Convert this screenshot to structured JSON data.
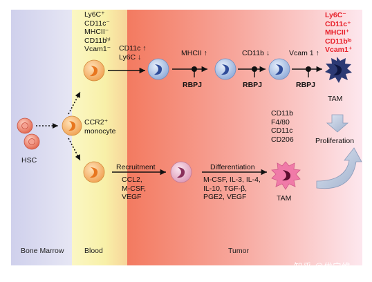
{
  "regions": {
    "bone_marrow": "Bone Marrow",
    "blood": "Blood",
    "tumor": "Tumor"
  },
  "labels": {
    "hsc": "HSC",
    "ccr2_monocyte_line1": "CCR2⁺",
    "ccr2_monocyte_line2": "monocyte",
    "monocyte_markers": [
      "Ly6C⁺",
      "CD11c⁻",
      "MHCII⁻",
      "CD11bʰⁱ",
      "Vcam1⁻"
    ],
    "step1_line1": "CD11c ↑",
    "step1_line2": "Ly6C ↓",
    "step2": "MHCII ↑",
    "step3": "CD11b ↓",
    "step4": "Vcam 1 ↑",
    "rbpj": "RBPJ",
    "tam_markers_red": [
      "Ly6C⁻",
      "CD11c⁺",
      "MHCII⁺",
      "CD11bˡᵒ",
      "Vcam1⁺"
    ],
    "tam_top": "TAM",
    "proliferation": "Proliferation",
    "tam_surface_markers": [
      "CD11b",
      "F4/80",
      "CD11c",
      "CD206"
    ],
    "recruitment": "Recruitment",
    "recruitment_factors": [
      "CCL2,",
      "M-CSF,",
      "VEGF"
    ],
    "differentiation": "Differentiation",
    "differentiation_factors": [
      "M-CSF, IL-3, IL-4,",
      "IL-10, TGF-β,",
      "PGE2, VEGF"
    ],
    "tam_bottom": "TAM"
  },
  "watermark": "知乎 @优宁维",
  "colors": {
    "bone_marrow_bg": "#dcdcf0",
    "blood_bg": "#f6f3b0",
    "tumor_bg_left": "#f2826a",
    "tumor_bg_right": "#fce6ec",
    "monocyte_orange": "#f4b06a",
    "hsc_red": "#e86c5a",
    "intermediate_blue": "#9ab4de",
    "recruited_pink": "#e2a8c0",
    "tam_navy": "#2c3a74",
    "tam_pink": "#f07aa8",
    "marker_red": "#e8202a"
  }
}
